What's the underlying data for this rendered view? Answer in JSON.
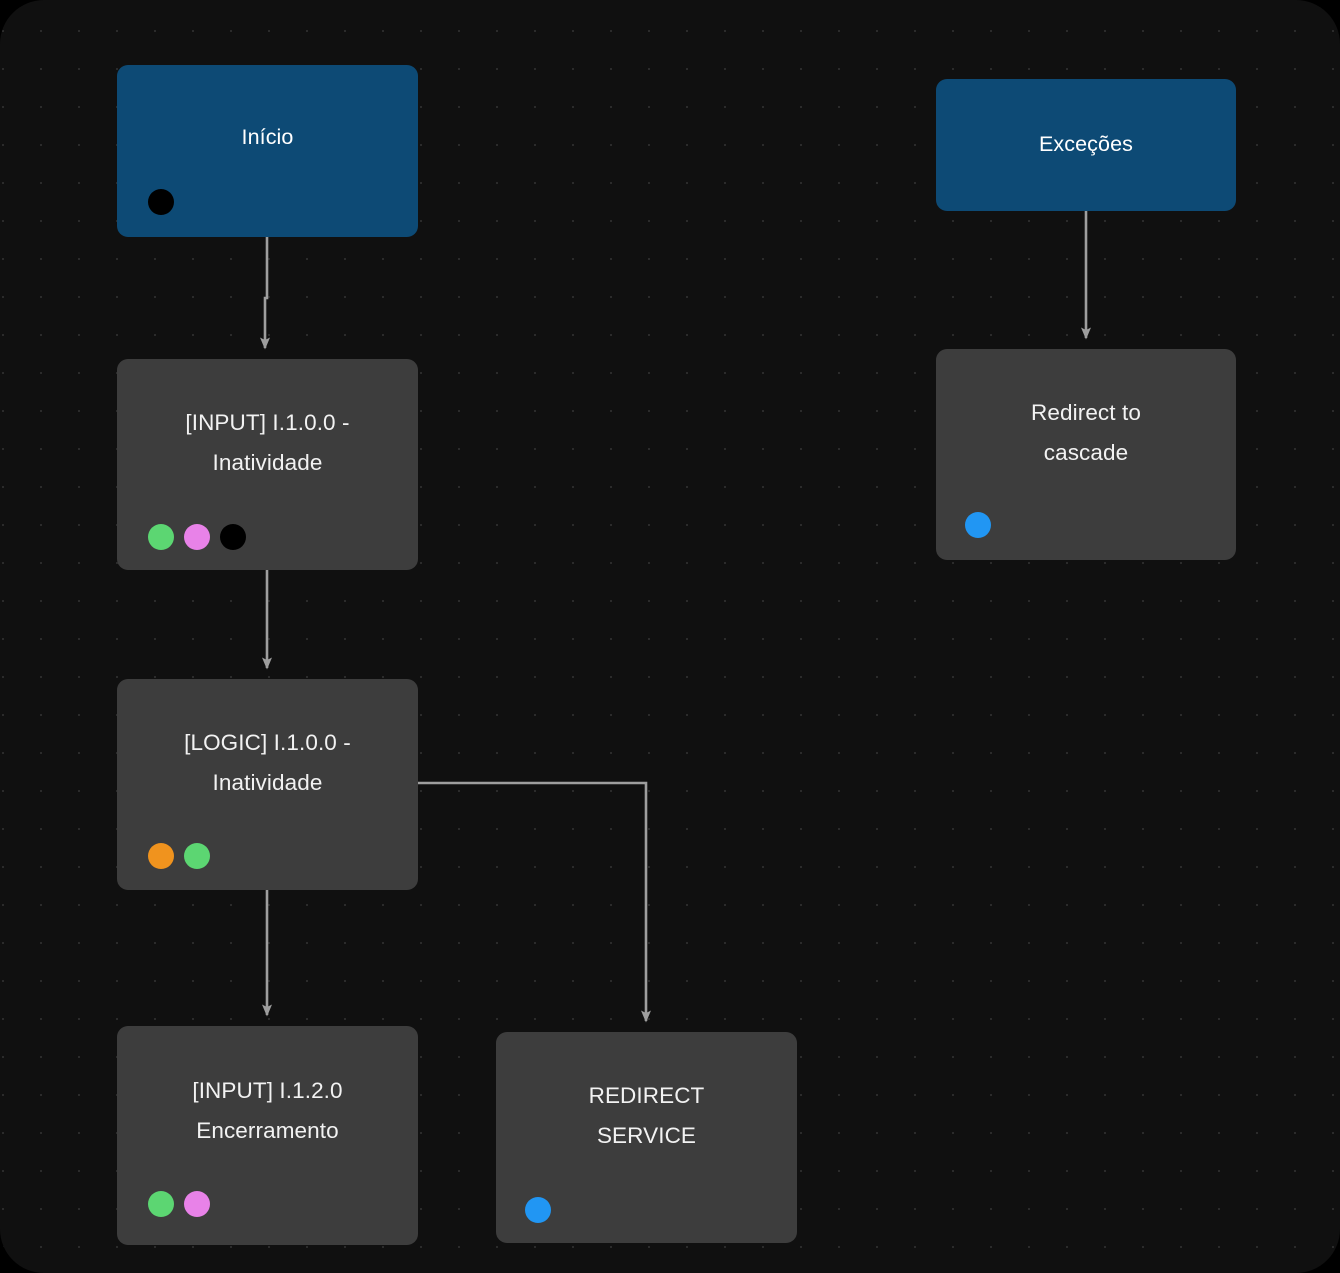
{
  "canvas": {
    "background_color": "#101010",
    "dot_grid_color": "#2b2b2b",
    "frame_color": "#000000",
    "edge_color": "#9e9e9e"
  },
  "palette": {
    "start_node_fill": "#0d4a75",
    "step_node_fill": "#3d3d3d",
    "node_text": "#f2f2f2",
    "dot_green": "#5cd672",
    "dot_pink": "#e882e8",
    "dot_black": "#000000",
    "dot_orange": "#f0931e",
    "dot_blue": "#2196f3"
  },
  "nodes": [
    {
      "id": "inicio",
      "title": "Início",
      "type": "start",
      "ports": [
        {
          "name": "port-black",
          "color": "#000000"
        }
      ]
    },
    {
      "id": "input-1",
      "title": "[INPUT] I.1.0.0 -\nInatividade",
      "type": "step",
      "ports": [
        {
          "name": "port-green",
          "color": "#5cd672"
        },
        {
          "name": "port-pink",
          "color": "#e882e8"
        },
        {
          "name": "port-black",
          "color": "#000000"
        }
      ]
    },
    {
      "id": "logic-1",
      "title": "[LOGIC] I.1.0.0 -\nInatividade",
      "type": "step",
      "ports": [
        {
          "name": "port-orange",
          "color": "#f0931e"
        },
        {
          "name": "port-green",
          "color": "#5cd672"
        }
      ]
    },
    {
      "id": "input-2",
      "title": "[INPUT] I.1.2.0\nEncerramento",
      "type": "step",
      "ports": [
        {
          "name": "port-green",
          "color": "#5cd672"
        },
        {
          "name": "port-pink",
          "color": "#e882e8"
        }
      ]
    },
    {
      "id": "redirect-service",
      "title": "REDIRECT\nSERVICE",
      "type": "step",
      "ports": [
        {
          "name": "port-blue",
          "color": "#2196f3"
        }
      ]
    },
    {
      "id": "excecoes",
      "title": "Exceções",
      "type": "start",
      "ports": []
    },
    {
      "id": "redirect-cascade",
      "title": "Redirect to\ncascade",
      "type": "step",
      "ports": [
        {
          "name": "port-blue",
          "color": "#2196f3"
        }
      ]
    }
  ],
  "edges": [
    {
      "from": "inicio",
      "to": "input-1"
    },
    {
      "from": "input-1",
      "to": "logic-1"
    },
    {
      "from": "logic-1",
      "to": "input-2"
    },
    {
      "from": "logic-1",
      "to": "redirect-service"
    },
    {
      "from": "excecoes",
      "to": "redirect-cascade"
    }
  ]
}
